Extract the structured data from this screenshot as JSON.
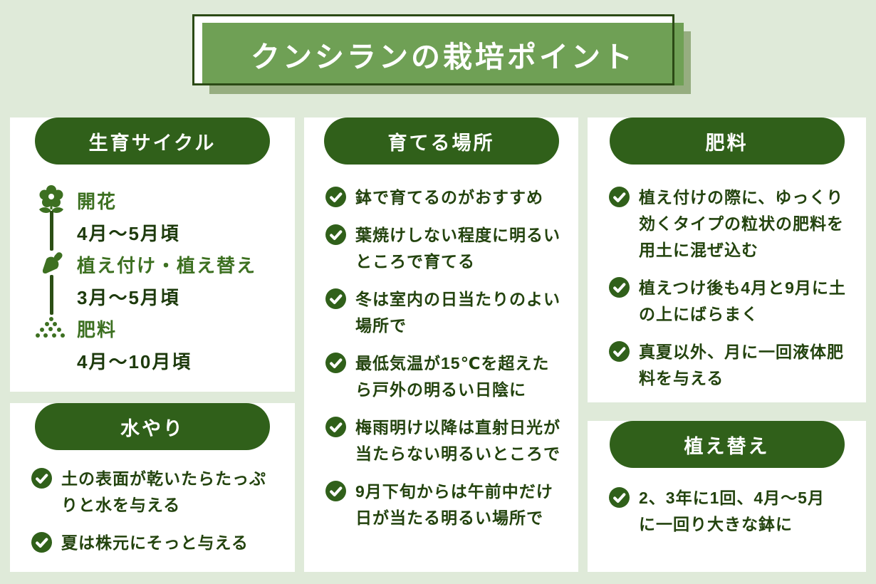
{
  "title": {
    "text": "クンシランの栽培ポイント"
  },
  "colors": {
    "page_bg": "#dfead9",
    "card_bg": "#ffffff",
    "banner_green": "#6fa055",
    "banner_shadow": "#96ad80",
    "frame_border": "#2b4a15",
    "pill_dark_green": "#30601a",
    "icon_leaf_green": "#3d7021",
    "body_text_green": "#23430e"
  },
  "icons": {
    "check": "check-circle-icon",
    "flower": "flower-icon",
    "trowel": "trowel-icon",
    "fertilizer": "fertilizer-granules-icon"
  },
  "cards": {
    "growth_cycle": {
      "header": "生育サイクル",
      "steps": [
        {
          "icon": "flower-icon",
          "label": "開花",
          "period": "4月〜5月頃"
        },
        {
          "icon": "trowel-icon",
          "label": "植え付け・植え替え",
          "period": "3月〜5月頃"
        },
        {
          "icon": "fertilizer-granules-icon",
          "label": "肥料",
          "period": "4月〜10月頃"
        }
      ]
    },
    "watering": {
      "header": "水やり",
      "items": [
        "土の表面が乾いたらたっぷりと水を与える",
        "夏は株元にそっと与える"
      ]
    },
    "place": {
      "header": "育てる場所",
      "items": [
        "鉢で育てるのがおすすめ",
        "葉焼けしない程度に明るいところで育てる",
        "冬は室内の日当たりのよい場所で",
        "最低気温が15℃を超えたら戸外の明るい日陰に",
        "梅雨明け以降は直射日光が当たらない明るいところで",
        "9月下旬からは午前中だけ日が当たる明るい場所で"
      ]
    },
    "fertilizer": {
      "header": "肥料",
      "items": [
        "植え付けの際に、ゆっくり効くタイプの粒状の肥料を用土に混ぜ込む",
        "植えつけ後も4月と9月に土の上にばらまく",
        "真夏以外、月に一回液体肥料を与える"
      ]
    },
    "repotting": {
      "header": "植え替え",
      "items": [
        "2、3年に1回、4月〜5月に一回り大きな鉢に"
      ]
    }
  }
}
